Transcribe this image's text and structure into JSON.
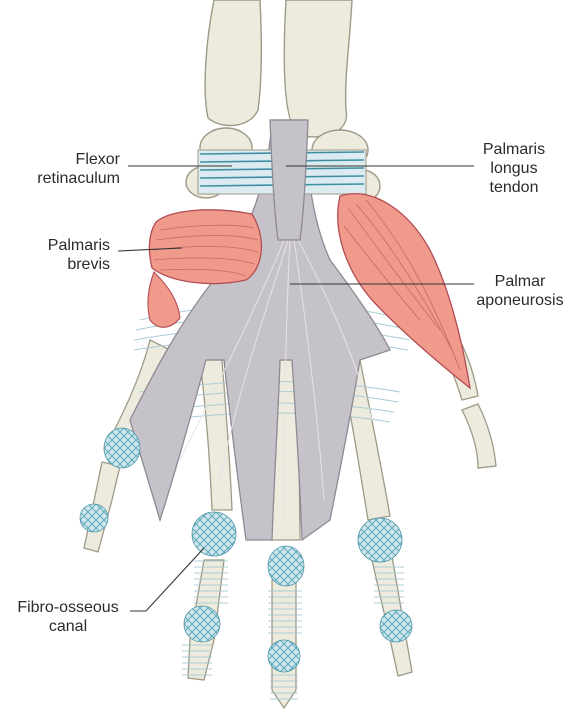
{
  "labels": {
    "flexor_retinaculum": [
      "Flexor",
      "retinaculum"
    ],
    "palmaris_longus_tendon": [
      "Palmaris",
      "longus",
      "tendon"
    ],
    "palmaris_brevis": [
      "Palmaris",
      "brevis"
    ],
    "palmar_aponeurosis": [
      "Palmar",
      "aponeurosis"
    ],
    "fibro_osseous_canal": [
      "Fibro-osseous",
      "canal"
    ]
  },
  "colors": {
    "bone_fill": "#ECEBDD",
    "bone_stroke": "#9E9A86",
    "aponeurosis_fill": "#C6C2C9",
    "aponeurosis_stroke": "#8E8993",
    "muscle_fill": "#F09A8C",
    "muscle_stroke": "#B24C53",
    "retinaculum_blue": "#3E8FA3",
    "sheath_blue": "#8FC3CF",
    "leader_line": "#333333"
  }
}
